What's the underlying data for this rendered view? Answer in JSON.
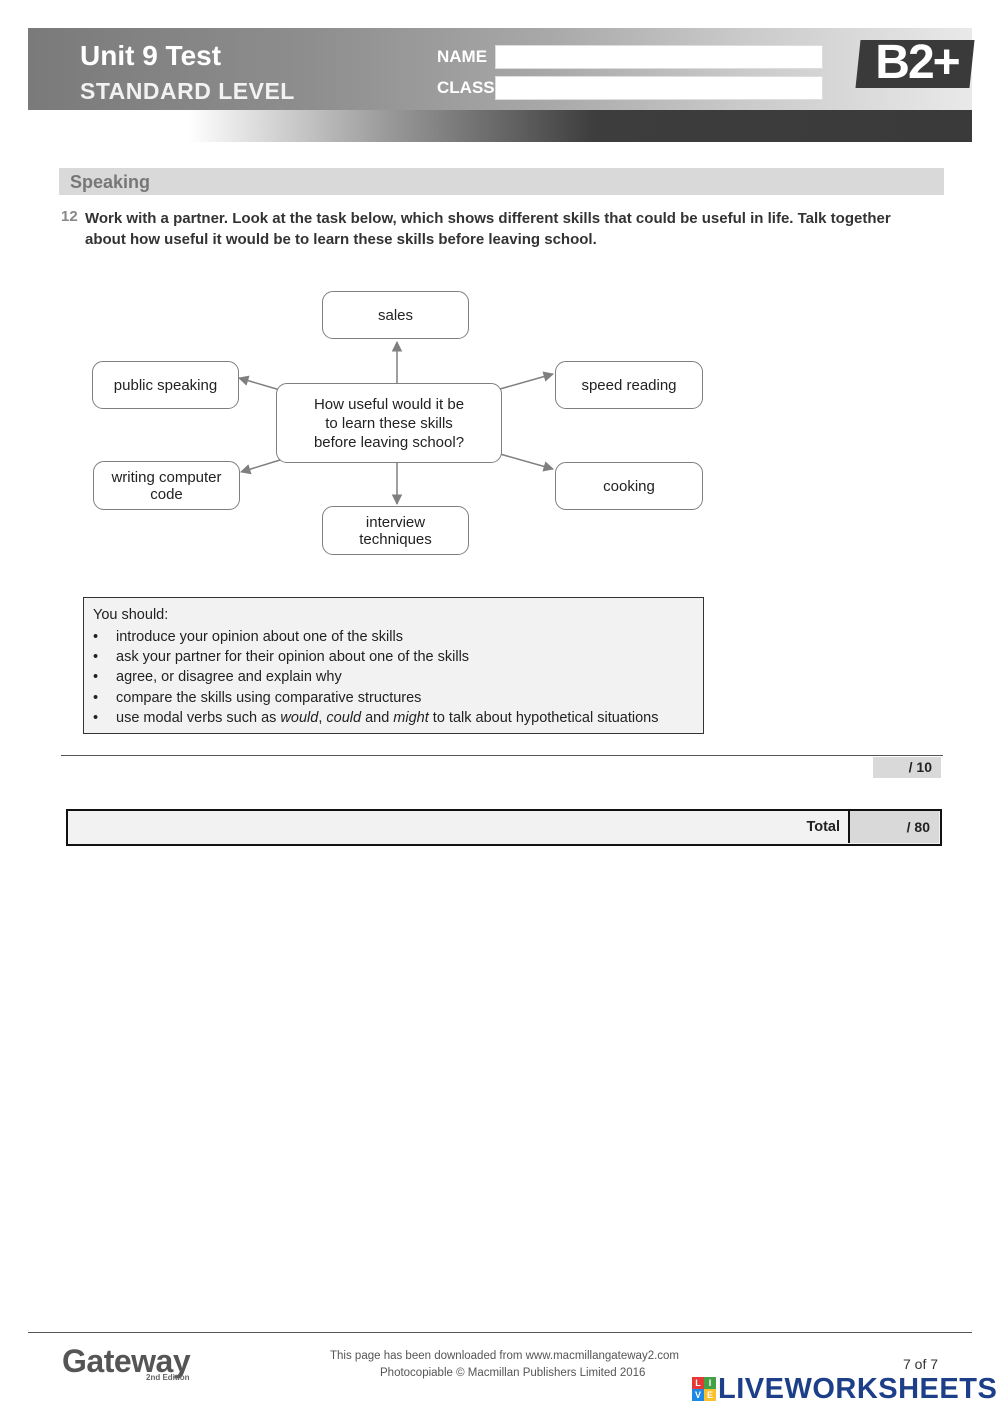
{
  "header": {
    "title": "Unit 9 Test",
    "level": "STANDARD LEVEL",
    "name_label": "NAME",
    "class_label": "CLASS",
    "badge": "B2+"
  },
  "section": {
    "title": "Speaking"
  },
  "question": {
    "number": "12",
    "text": "Work with a partner.  Look at the task below, which shows different skills that could be useful in life. Talk together about how useful it would be to learn these skills before leaving school."
  },
  "diagram": {
    "center": "How useful would it be to learn these skills before leaving school?",
    "nodes": {
      "sales": "sales",
      "public_speaking": "public speaking",
      "speed_reading": "speed reading",
      "writing_code": "writing computer code",
      "cooking": "cooking",
      "interview": "interview techniques"
    }
  },
  "instructions": {
    "intro": "You should:",
    "bullet": "•",
    "items": [
      "introduce your opinion about one of the skills",
      "ask your partner for their opinion about one of the skills",
      "agree, or disagree and explain why",
      "compare the skills using comparative structures"
    ],
    "modal_item": {
      "prefix": "use modal verbs such as ",
      "w1": "would",
      "sep1": ", ",
      "w2": "could",
      "sep2": " and ",
      "w3": "might",
      "suffix": " to talk about hypothetical situations"
    }
  },
  "score": "/ 10",
  "total": {
    "label": "Total",
    "score": "/ 80"
  },
  "footer": {
    "logo": "Gateway",
    "edition": "2nd Edition",
    "line1": "This page has been downloaded from www.macmillangateway2.com",
    "line2": "Photocopiable © Macmillan Publishers Limited 2016",
    "page": "7 of 7",
    "brand": "LIVEWORKSHEETS",
    "brand_mark": [
      "L",
      "I",
      "V",
      "E"
    ]
  },
  "colors": {
    "brand_blue": "#1d3f8a",
    "mark_colors": [
      "#e53935",
      "#43a047",
      "#1e88e5",
      "#fbc02d"
    ]
  }
}
